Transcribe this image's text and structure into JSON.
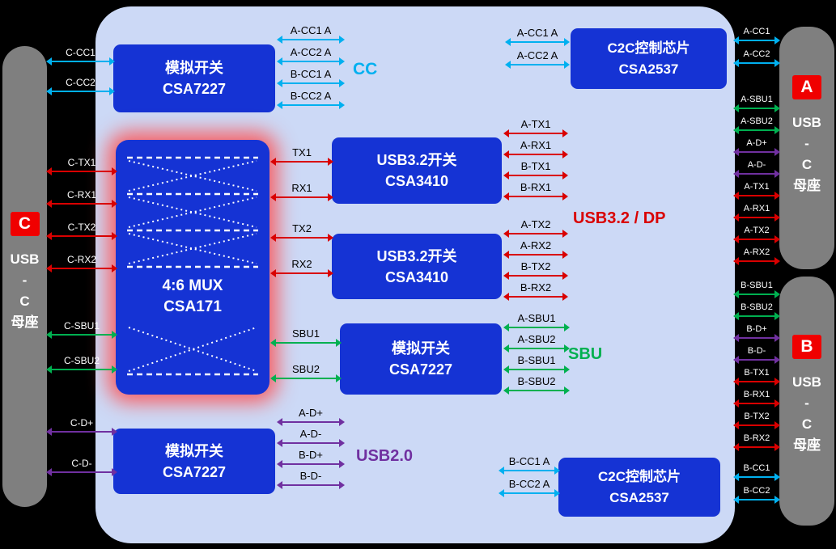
{
  "colors": {
    "cyan": "#00b0f0",
    "red": "#d90000",
    "green": "#00b050",
    "purple": "#7030a0",
    "box_blue": "#1533d4",
    "canvas_blue": "#ccd9f6",
    "bar_gray": "#7f7f7f",
    "port_red": "#f00000"
  },
  "ports": {
    "c": {
      "letter": "C",
      "name_lines": [
        "USB",
        "-",
        "C",
        "母座"
      ]
    },
    "a": {
      "letter": "A",
      "name_lines": [
        "USB",
        "-",
        "C",
        "母座"
      ]
    },
    "b": {
      "letter": "B",
      "name_lines": [
        "USB",
        "-",
        "C",
        "母座"
      ]
    }
  },
  "boxes": {
    "cc_switch": {
      "title": "模拟开关",
      "part": "CSA7227"
    },
    "mux": {
      "title": "4:6 MUX",
      "part": "CSA171"
    },
    "usb32_switch_1": {
      "title": "USB3.2开关",
      "part": "CSA3410"
    },
    "usb32_switch_2": {
      "title": "USB3.2开关",
      "part": "CSA3410"
    },
    "sbu_switch": {
      "title": "模拟开关",
      "part": "CSA7227"
    },
    "usb2_switch": {
      "title": "模拟开关",
      "part": "CSA7227"
    },
    "c2c_top": {
      "title": "C2C控制芯片",
      "part": "CSA2537"
    },
    "c2c_bottom": {
      "title": "C2C控制芯片",
      "part": "CSA2537"
    }
  },
  "section_labels": {
    "cc": "CC",
    "usb32_dp": "USB3.2 / DP",
    "sbu": "SBU",
    "usb20": "USB2.0"
  },
  "signal_groups": [
    {
      "id": "left-cc",
      "items": [
        {
          "label": "C-CC1",
          "color": "cyan"
        },
        {
          "label": "C-CC2",
          "color": "cyan"
        }
      ]
    },
    {
      "id": "left-txrx",
      "items": [
        {
          "label": "C-TX1",
          "color": "red"
        },
        {
          "label": "C-RX1",
          "color": "red"
        },
        {
          "label": "C-TX2",
          "color": "red"
        },
        {
          "label": "C-RX2",
          "color": "red"
        }
      ]
    },
    {
      "id": "left-sbu",
      "items": [
        {
          "label": "C-SBU1",
          "color": "green"
        },
        {
          "label": "C-SBU2",
          "color": "green"
        }
      ]
    },
    {
      "id": "left-usb2",
      "items": [
        {
          "label": "C-D+",
          "color": "purple"
        },
        {
          "label": "C-D-",
          "color": "purple"
        }
      ]
    },
    {
      "id": "cc-fanout",
      "items": [
        {
          "label": "A-CC1 A",
          "color": "cyan"
        },
        {
          "label": "A-CC2 A",
          "color": "cyan"
        },
        {
          "label": "B-CC1 A",
          "color": "cyan"
        },
        {
          "label": "B-CC2 A",
          "color": "cyan"
        }
      ]
    },
    {
      "id": "mux-tx1",
      "items": [
        {
          "label": "TX1",
          "color": "red"
        },
        {
          "label": "RX1",
          "color": "red"
        }
      ]
    },
    {
      "id": "mux-tx2",
      "items": [
        {
          "label": "TX2",
          "color": "red"
        },
        {
          "label": "RX2",
          "color": "red"
        }
      ]
    },
    {
      "id": "mux-sbu",
      "items": [
        {
          "label": "SBU1",
          "color": "green"
        },
        {
          "label": "SBU2",
          "color": "green"
        }
      ]
    },
    {
      "id": "out-tx1",
      "items": [
        {
          "label": "A-TX1",
          "color": "red"
        },
        {
          "label": "A-RX1",
          "color": "red"
        },
        {
          "label": "B-TX1",
          "color": "red"
        },
        {
          "label": "B-RX1",
          "color": "red"
        }
      ]
    },
    {
      "id": "out-tx2",
      "items": [
        {
          "label": "A-TX2",
          "color": "red"
        },
        {
          "label": "A-RX2",
          "color": "red"
        },
        {
          "label": "B-TX2",
          "color": "red"
        },
        {
          "label": "B-RX2",
          "color": "red"
        }
      ]
    },
    {
      "id": "out-sbu",
      "items": [
        {
          "label": "A-SBU1",
          "color": "green"
        },
        {
          "label": "A-SBU2",
          "color": "green"
        },
        {
          "label": "B-SBU1",
          "color": "green"
        },
        {
          "label": "B-SBU2",
          "color": "green"
        }
      ]
    },
    {
      "id": "usb2-fanout",
      "items": [
        {
          "label": "A-D+",
          "color": "purple"
        },
        {
          "label": "A-D-",
          "color": "purple"
        },
        {
          "label": "B-D+",
          "color": "purple"
        },
        {
          "label": "B-D-",
          "color": "purple"
        }
      ]
    },
    {
      "id": "cc-a-in",
      "items": [
        {
          "label": "A-CC1 A",
          "color": "cyan"
        },
        {
          "label": "A-CC2 A",
          "color": "cyan"
        }
      ]
    },
    {
      "id": "cc-b-in",
      "items": [
        {
          "label": "B-CC1 A",
          "color": "cyan"
        },
        {
          "label": "B-CC2 A",
          "color": "cyan"
        }
      ]
    },
    {
      "id": "right-a-cc",
      "items": [
        {
          "label": "A-CC1",
          "color": "cyan"
        },
        {
          "label": "A-CC2",
          "color": "cyan"
        }
      ]
    },
    {
      "id": "right-a-main",
      "items": [
        {
          "label": "A-SBU1",
          "color": "green"
        },
        {
          "label": "A-SBU2",
          "color": "green"
        },
        {
          "label": "A-D+",
          "color": "purple"
        },
        {
          "label": "A-D-",
          "color": "purple"
        },
        {
          "label": "A-TX1",
          "color": "red"
        },
        {
          "label": "A-RX1",
          "color": "red"
        },
        {
          "label": "A-TX2",
          "color": "red"
        },
        {
          "label": "A-RX2",
          "color": "red"
        }
      ]
    },
    {
      "id": "right-b-main",
      "items": [
        {
          "label": "B-SBU1",
          "color": "green"
        },
        {
          "label": "B-SBU2",
          "color": "green"
        },
        {
          "label": "B-D+",
          "color": "purple"
        },
        {
          "label": "B-D-",
          "color": "purple"
        },
        {
          "label": "B-TX1",
          "color": "red"
        },
        {
          "label": "B-RX1",
          "color": "red"
        },
        {
          "label": "B-TX2",
          "color": "red"
        },
        {
          "label": "B-RX2",
          "color": "red"
        }
      ]
    },
    {
      "id": "right-b-cc",
      "items": [
        {
          "label": "B-CC1",
          "color": "cyan"
        },
        {
          "label": "B-CC2",
          "color": "cyan"
        }
      ]
    }
  ]
}
